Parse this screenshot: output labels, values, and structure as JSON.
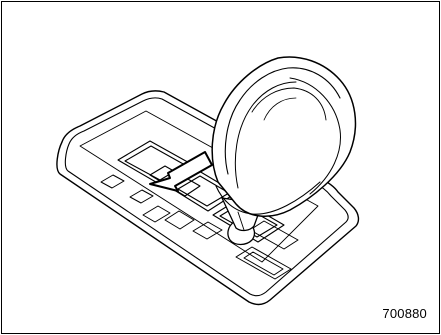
{
  "figure": {
    "code": "700880",
    "subject": "gear-selector-shift-knob",
    "arrow_direction": "down-left",
    "stroke_color": "#000000",
    "fill_color": "#ffffff"
  }
}
